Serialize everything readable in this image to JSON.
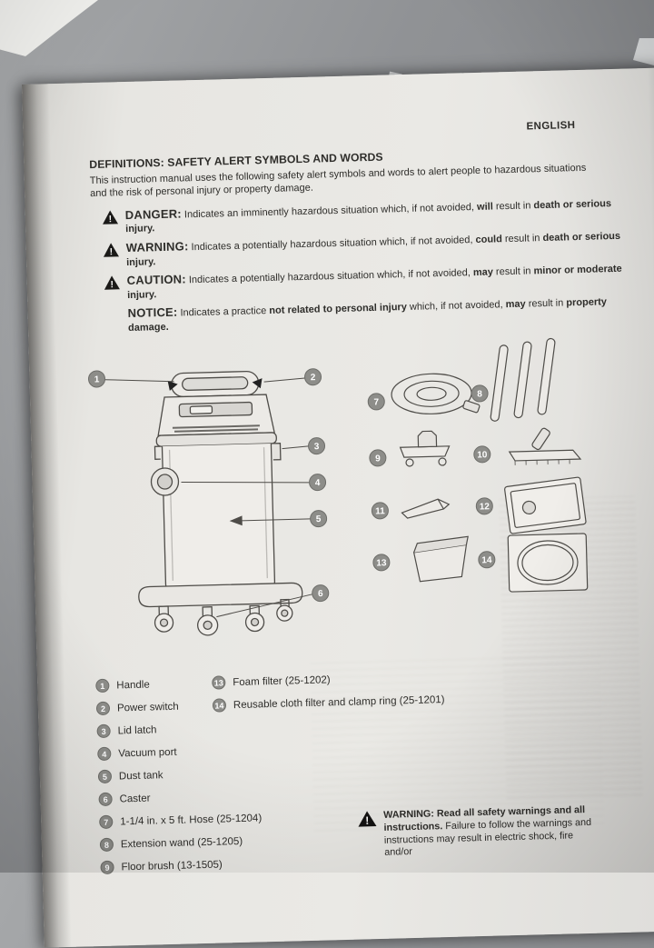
{
  "page": {
    "language_label": "ENGLISH"
  },
  "icons": {
    "exclamation": "!"
  },
  "definitions": {
    "title": "DEFINITIONS: SAFETY ALERT SYMBOLS AND WORDS",
    "intro": "This instruction manual uses the following safety alert symbols and words to alert people to hazardous situations and the risk of personal injury or property damage.",
    "alerts": [
      {
        "label": "DANGER:",
        "runs": [
          {
            "t": " Indicates an imminently hazardous situation which, if not avoided, ",
            "b": false
          },
          {
            "t": "will",
            "b": true
          },
          {
            "t": " result in ",
            "b": false
          },
          {
            "t": "death or serious injury.",
            "b": true
          }
        ]
      },
      {
        "label": "WARNING:",
        "runs": [
          {
            "t": " Indicates a potentially hazardous situation which, if not avoided, ",
            "b": false
          },
          {
            "t": "could",
            "b": true
          },
          {
            "t": " result in ",
            "b": false
          },
          {
            "t": "death or serious injury.",
            "b": true
          }
        ]
      },
      {
        "label": "CAUTION:",
        "runs": [
          {
            "t": " Indicates a potentially hazardous situation which, if not avoided, ",
            "b": false
          },
          {
            "t": "may",
            "b": true
          },
          {
            "t": " result in ",
            "b": false
          },
          {
            "t": "minor or moderate injury.",
            "b": true
          }
        ]
      },
      {
        "label": "NOTICE:",
        "runs": [
          {
            "t": " Indicates a practice ",
            "b": false
          },
          {
            "t": "not related to personal injury",
            "b": true
          },
          {
            "t": " which, if not avoided, ",
            "b": false
          },
          {
            "t": "may",
            "b": true
          },
          {
            "t": " result in ",
            "b": false
          },
          {
            "t": "property damage.",
            "b": true
          }
        ]
      }
    ]
  },
  "diagram": {
    "callouts": [
      "1",
      "2",
      "3",
      "4",
      "5",
      "6"
    ],
    "grid_numbers": [
      "7",
      "8",
      "9",
      "10",
      "11",
      "12",
      "13",
      "14"
    ]
  },
  "parts_list": {
    "left": [
      {
        "num": "1",
        "label": "Handle"
      },
      {
        "num": "2",
        "label": "Power switch"
      },
      {
        "num": "3",
        "label": "Lid latch"
      },
      {
        "num": "4",
        "label": "Vacuum port"
      },
      {
        "num": "5",
        "label": "Dust tank"
      },
      {
        "num": "6",
        "label": "Caster"
      },
      {
        "num": "7",
        "label": "1-1/4 in. x 5 ft. Hose (25-1204)"
      },
      {
        "num": "8",
        "label": "Extension wand (25-1205)"
      },
      {
        "num": "9",
        "label": "Floor brush (13-1505)"
      }
    ],
    "right": [
      {
        "num": "13",
        "label": "Foam filter (25-1202)"
      },
      {
        "num": "14",
        "label": "Reusable cloth filter and clamp ring (25-1201)"
      }
    ]
  },
  "warning_box": {
    "runs": [
      {
        "t": "WARNING: Read all safety warnings and all instructions.",
        "b": true
      },
      {
        "t": " Failure to follow the warnings and instructions may result in electric shock, fire and/or",
        "b": false
      }
    ]
  }
}
